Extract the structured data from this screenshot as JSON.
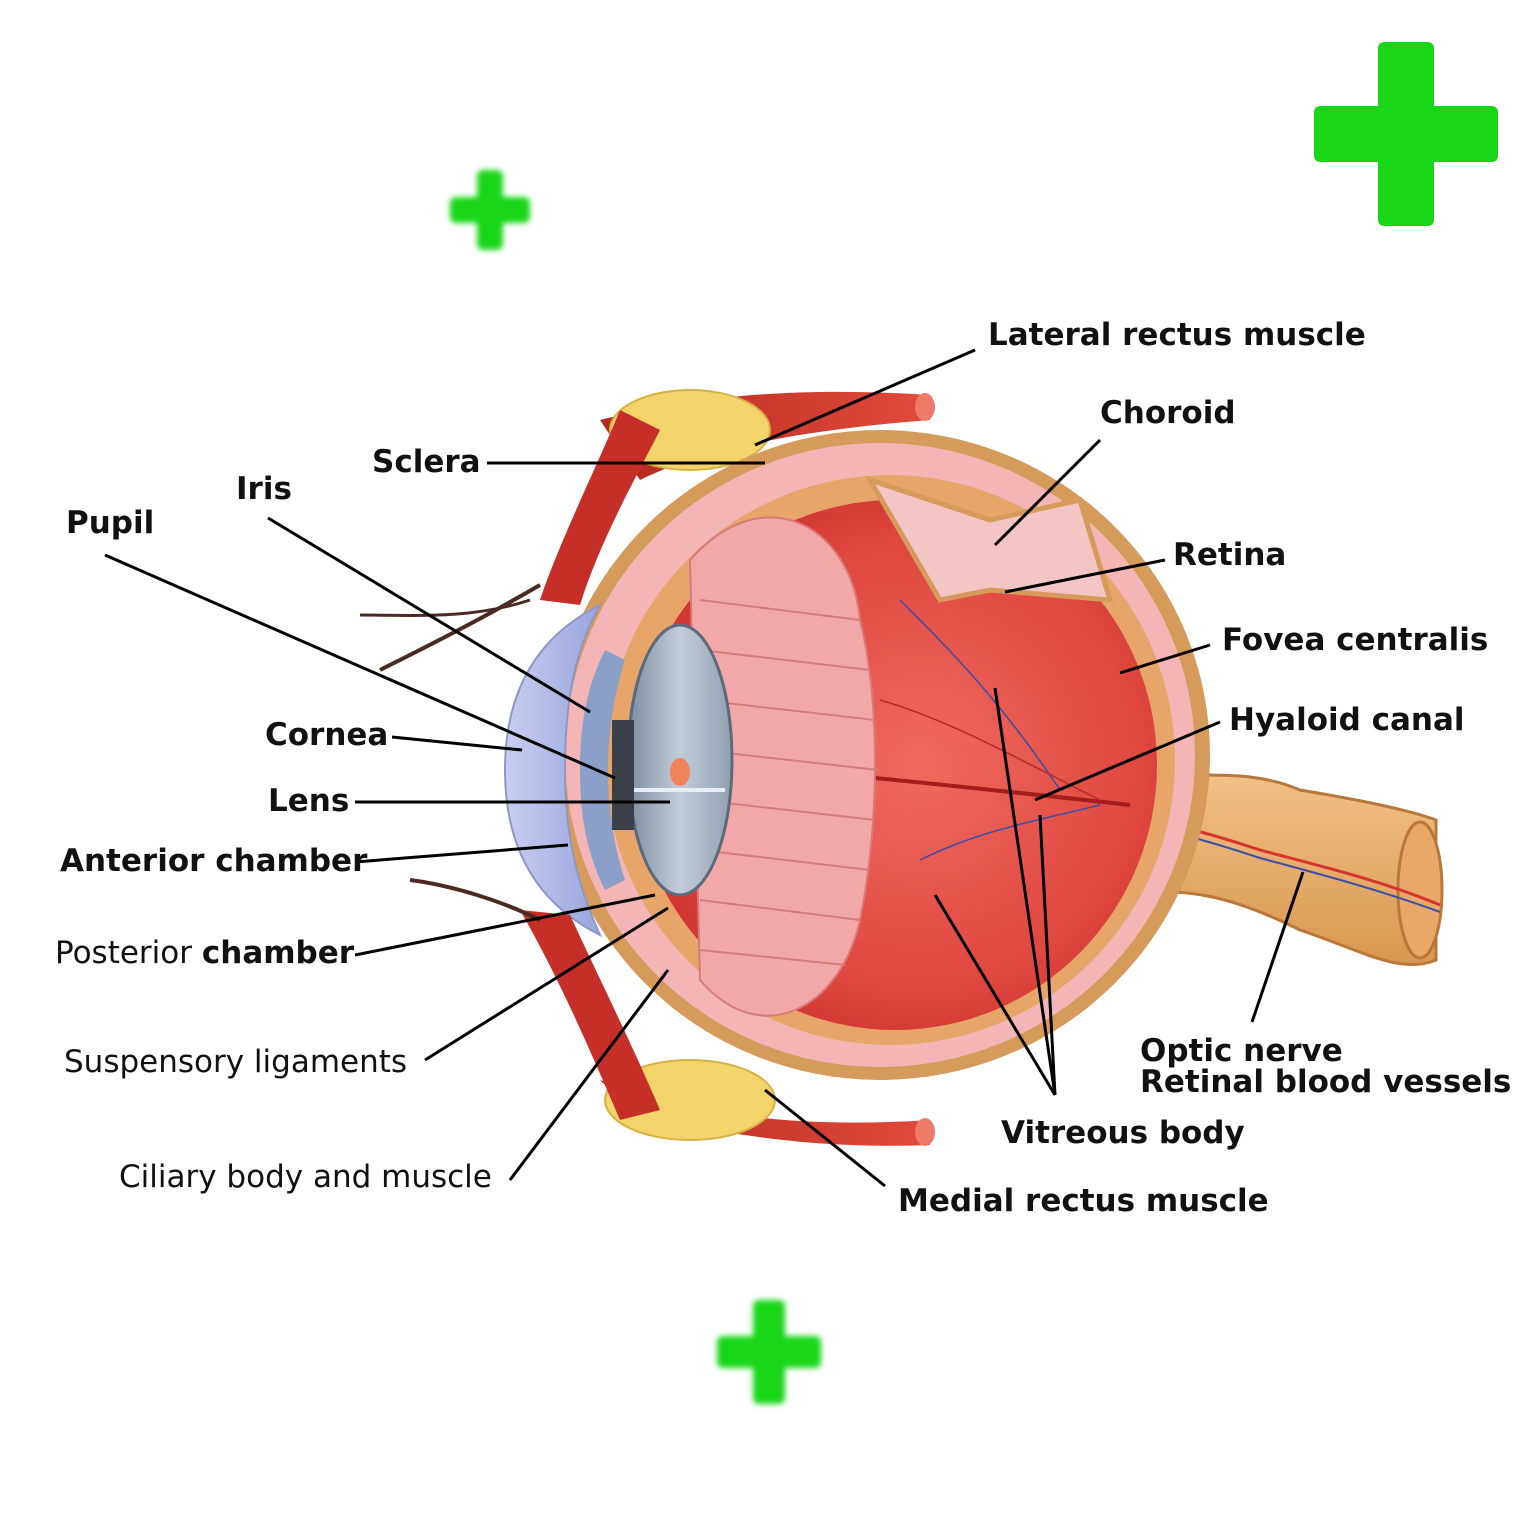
{
  "labels": {
    "lateral_rectus": "Lateral rectus muscle",
    "choroid": "Choroid",
    "sclera": "Sclera",
    "iris": "Iris",
    "pupil": "Pupil",
    "retina": "Retina",
    "fovea": "Fovea centralis",
    "hyaloid": "Hyaloid canal",
    "cornea": "Cornea",
    "lens": "Lens",
    "anterior_chamber": "Anterior chamber",
    "posterior": "Posterior",
    "chamber": "chamber",
    "suspensory": "Suspensory ligaments",
    "ciliary": "Ciliary body and muscle",
    "medial_rectus": "Medial rectus muscle",
    "vitreous": "Vitreous body",
    "optic_nerve": "Optic nerve",
    "retinal_vessels": "Retinal blood vessels"
  },
  "colors": {
    "plus_accent": "#19d619",
    "eye_red": "#e0473f",
    "sclera_pink": "#f3b5b5",
    "fat_yellow": "#f3d46a",
    "nerve_tan": "#e8b477",
    "lens_gray": "#9aa8b8"
  }
}
